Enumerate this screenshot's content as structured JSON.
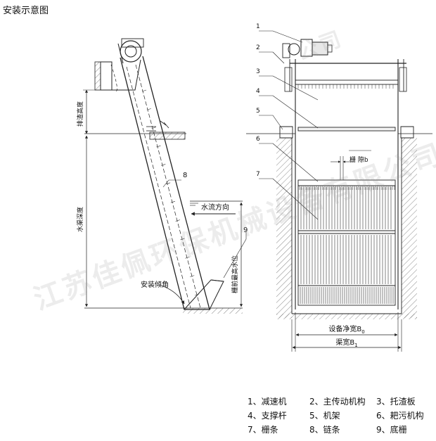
{
  "title": "安装示意图",
  "labels": {
    "discharge_height": "排渣高度",
    "water_depth": "水渠深度",
    "flow_direction": "水流方向",
    "install_angle": "安装倾角",
    "grid_max_level": "栅前最高水位",
    "gap": "栅  隙b",
    "equip_width": "设备净宽B",
    "equip_width_sub": "0",
    "channel_width": "渠宽B",
    "channel_width_sub": "1"
  },
  "side_callouts": [
    "8",
    "9"
  ],
  "front_callouts": [
    "1",
    "2",
    "3",
    "4",
    "5",
    "6",
    "7"
  ],
  "legend": [
    "1、减速机",
    "2、主传动机构",
    "3、托渣板",
    "4、支撑杆",
    "5、机架",
    "6、耙污机构",
    "7、栅条",
    "8、链条",
    "9、底栅"
  ],
  "watermark": "江苏佳佩环保机械设备有限公司"
}
